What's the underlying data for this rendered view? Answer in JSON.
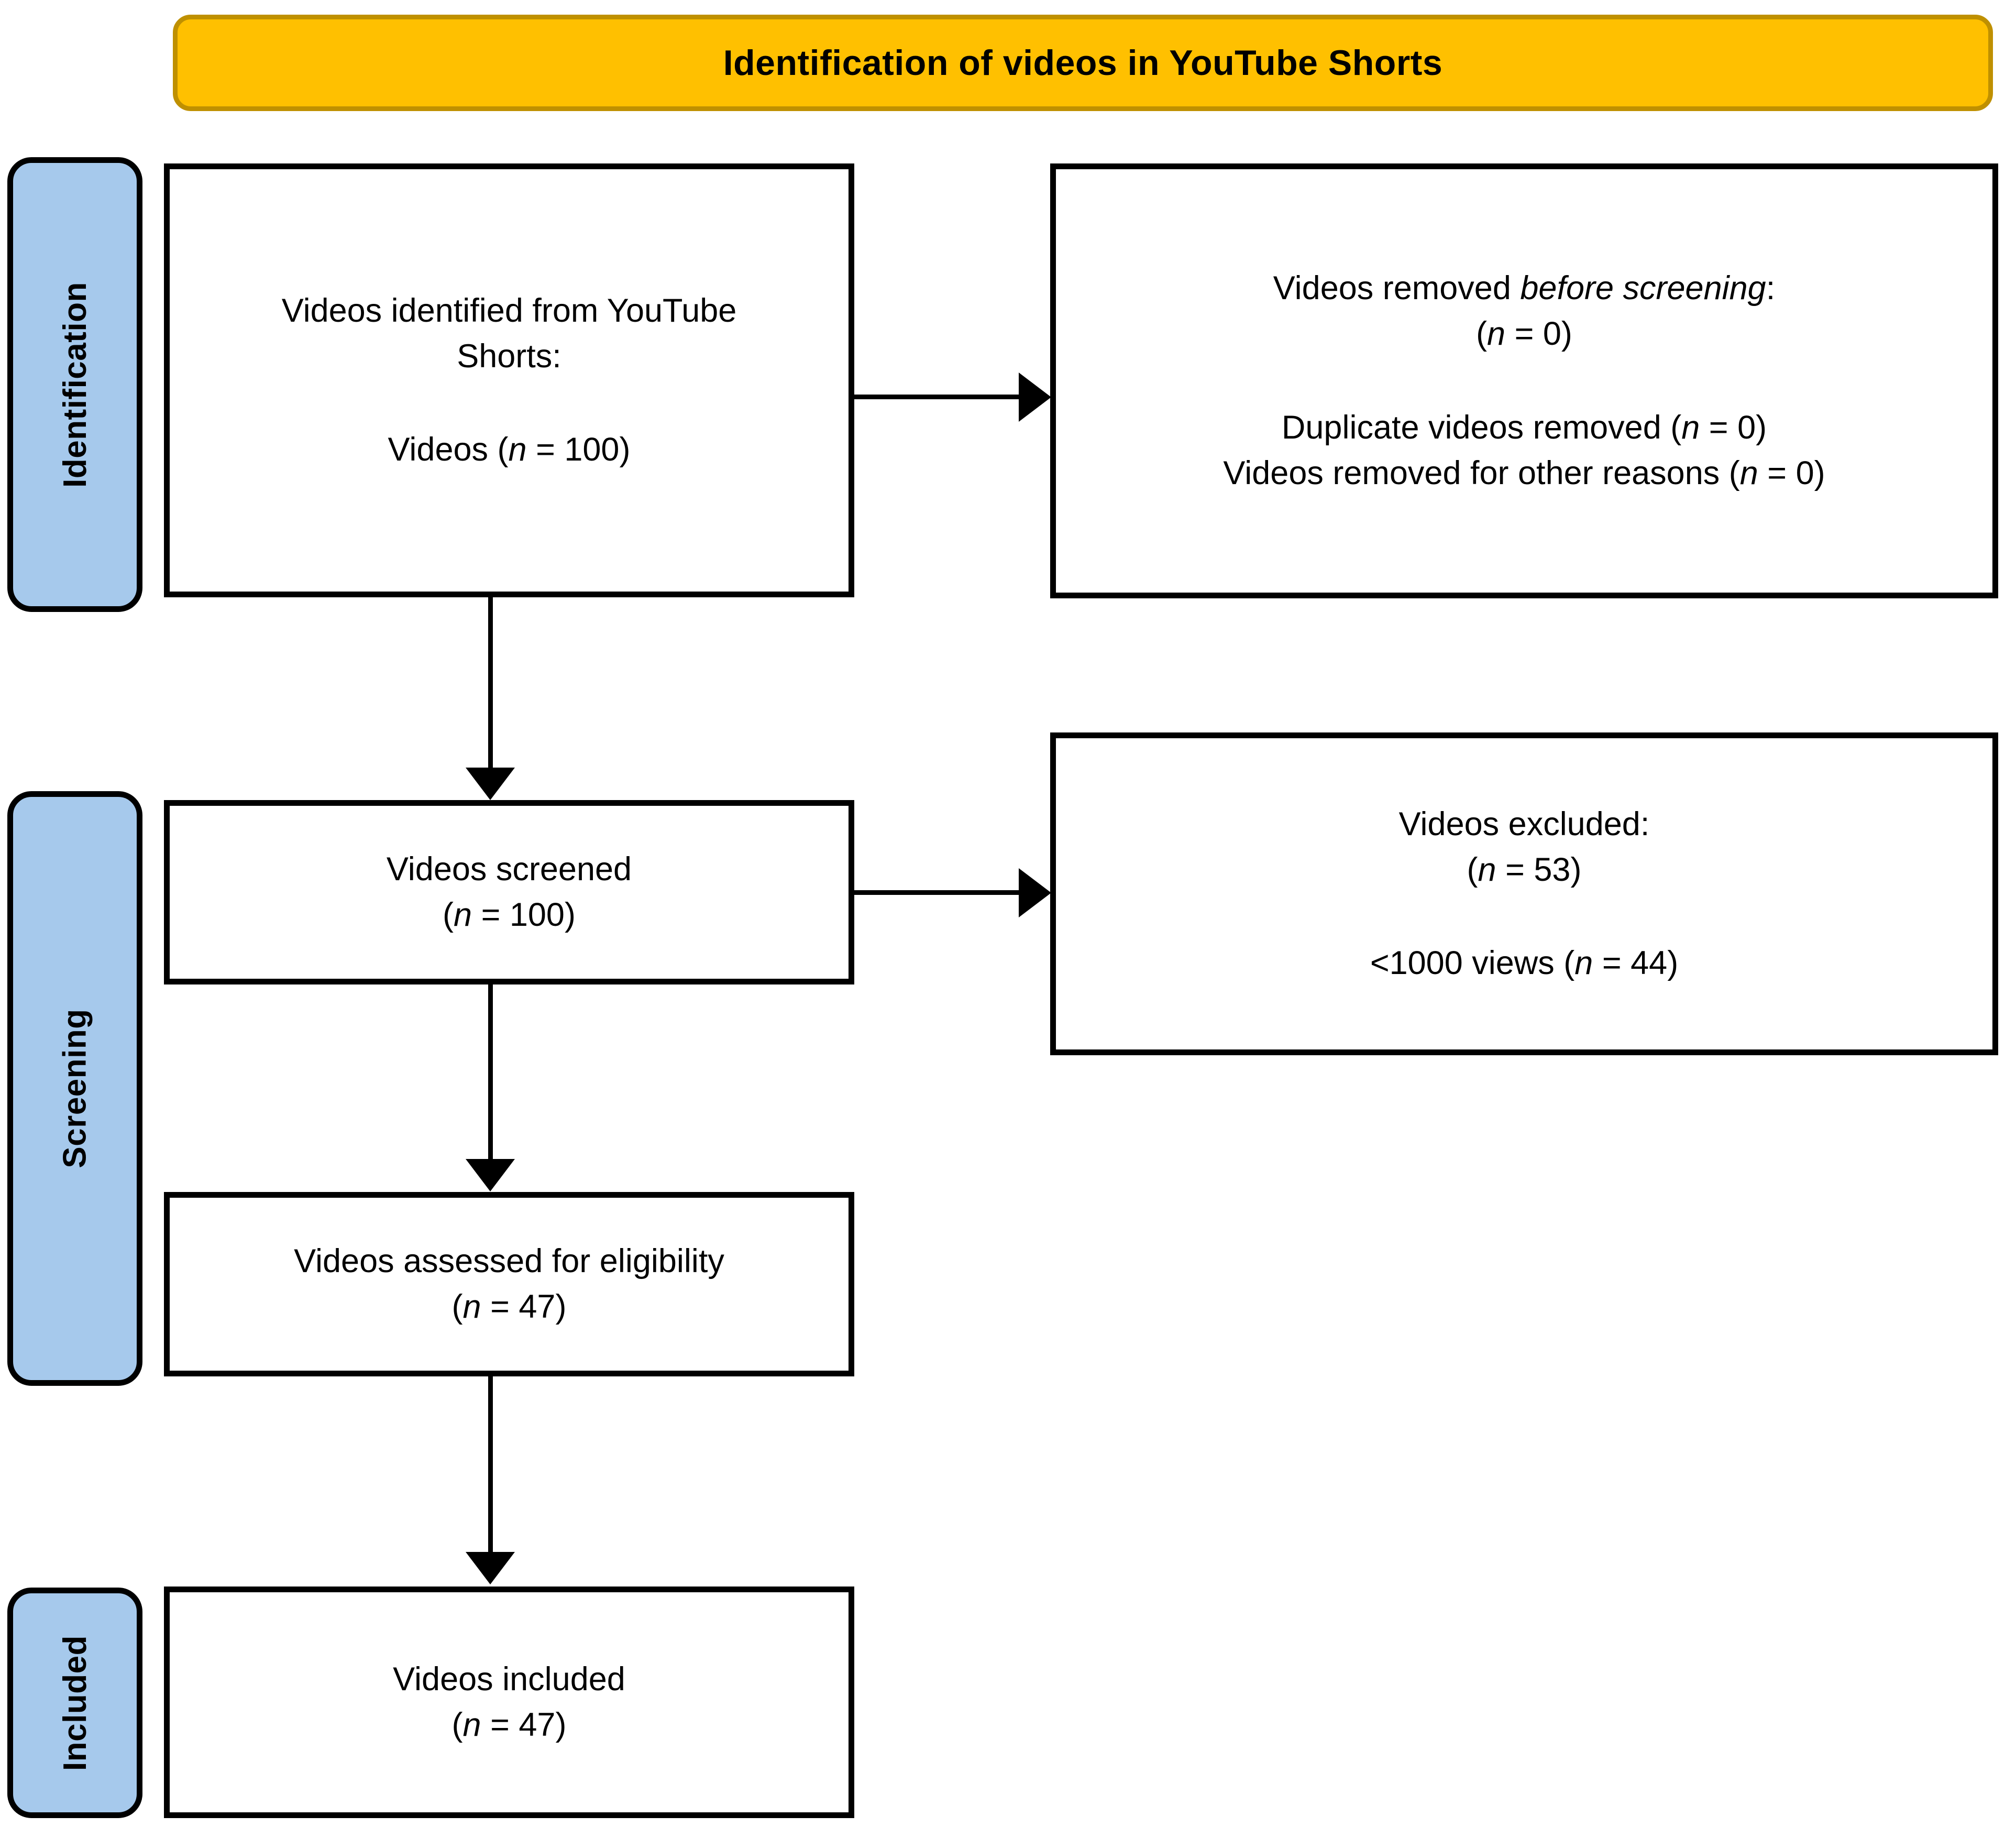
{
  "header": {
    "title": "Identification of videos in YouTube Shorts",
    "fill_color": "#FFC000",
    "border_color": "#BF9000"
  },
  "colors": {
    "stage_bar_fill": "#A6C9EC",
    "stroke": "#000000",
    "box_fill": "#FFFFFF"
  },
  "stages": [
    {
      "id": "identification",
      "label": "Identification"
    },
    {
      "id": "screening",
      "label": "Screening"
    },
    {
      "id": "included",
      "label": "Included"
    }
  ],
  "boxes": {
    "identified": {
      "line1": "Videos identified from YouTube",
      "line2": "Shorts:",
      "line3_prefix": "Videos (",
      "line3_italic": "n",
      "line3_suffix": " = 100)"
    },
    "removed": {
      "line1_prefix": "Videos removed ",
      "line1_italic": "before screening",
      "line1_suffix": ":",
      "line2_prefix": "(",
      "line2_italic": "n",
      "line2_suffix": " = 0)",
      "line3_prefix": "Duplicate videos removed (",
      "line3_italic": "n",
      "line3_suffix": " = 0)",
      "line4_prefix": "Videos removed for other reasons (",
      "line4_italic": "n",
      "line4_suffix": " = 0)"
    },
    "screened": {
      "line1": "Videos screened",
      "line2_prefix": "(",
      "line2_italic": "n",
      "line2_suffix": " = 100)"
    },
    "excluded": {
      "line1": "Videos excluded:",
      "line2_prefix": "(",
      "line2_italic": "n",
      "line2_suffix": " = 53)",
      "line3_prefix": "<1000 views (",
      "line3_italic": "n",
      "line3_suffix": " = 44)"
    },
    "eligibility": {
      "line1": "Videos assessed for eligibility",
      "line2_prefix": "(",
      "line2_italic": "n",
      "line2_suffix": " = 47)"
    },
    "included": {
      "line1": "Videos included",
      "line2_prefix": "(",
      "line2_italic": "n",
      "line2_suffix": " = 47)"
    }
  },
  "flow_counts": {
    "identified": 100,
    "removed_before_screening": 0,
    "duplicates_removed": 0,
    "removed_other_reasons": 0,
    "screened": 100,
    "excluded": 53,
    "excluded_low_views": 44,
    "assessed_for_eligibility": 47,
    "included": 47
  }
}
